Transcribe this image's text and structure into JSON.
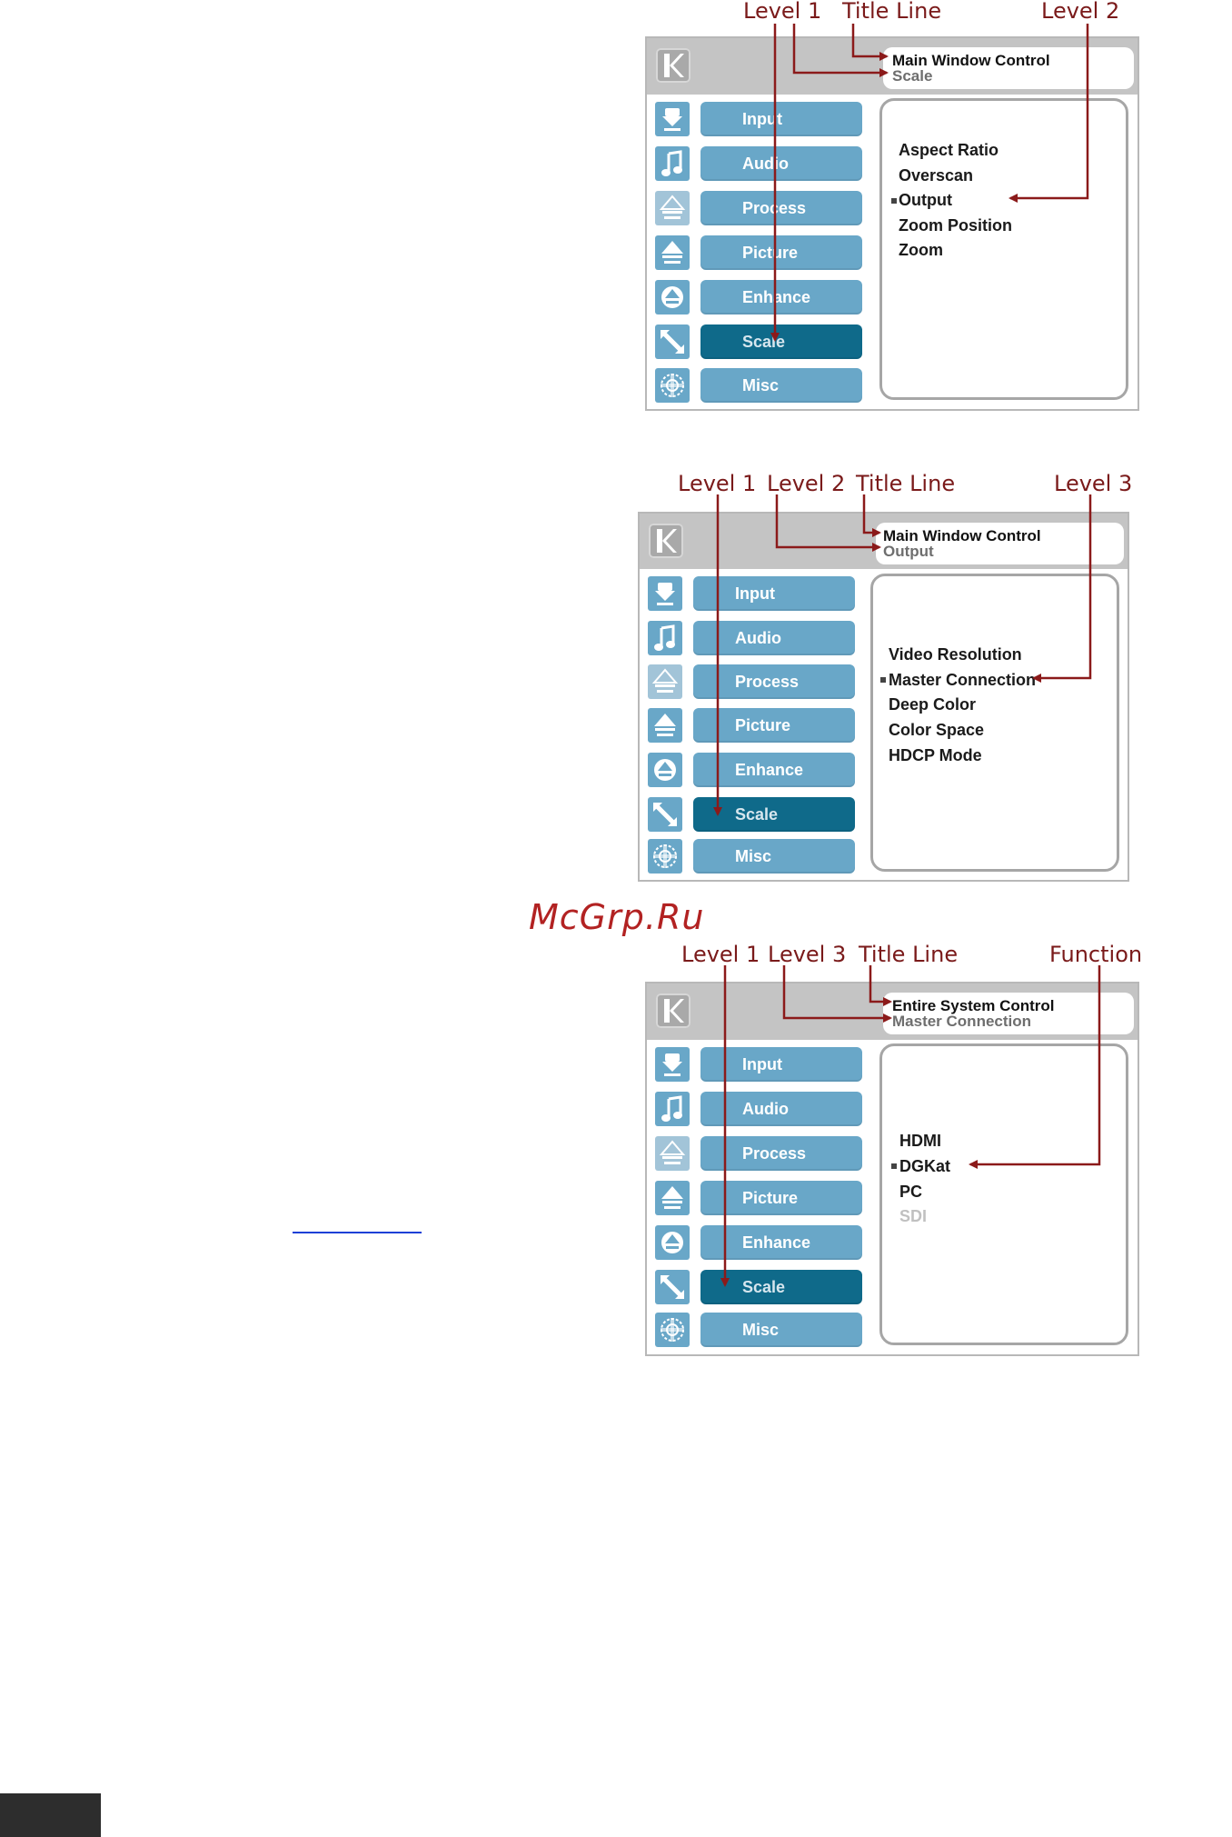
{
  "figures": [
    {
      "annotations": {
        "level1": "Level 1",
        "title_line": "Title Line",
        "level2": "Level 2"
      },
      "title_line_1": "Main Window Control",
      "title_line_2": "Scale",
      "nav": [
        "Input",
        "Audio",
        "Process",
        "Picture",
        "Enhance",
        "Scale",
        "Misc"
      ],
      "active_nav": "Scale",
      "menu_items": [
        "Aspect Ratio",
        "Overscan",
        "Output",
        "Zoom Position",
        "Zoom"
      ],
      "selected_item": "Output"
    },
    {
      "annotations": {
        "level1": "Level 1",
        "level2": "Level 2",
        "title_line": "Title Line",
        "level3": "Level 3"
      },
      "title_line_1": "Main Window Control",
      "title_line_2": "Output",
      "nav": [
        "Input",
        "Audio",
        "Process",
        "Picture",
        "Enhance",
        "Scale",
        "Misc"
      ],
      "active_nav": "Scale",
      "menu_items": [
        "Video Resolution",
        "Master Connection",
        "Deep Color",
        "Color Space",
        "HDCP Mode"
      ],
      "selected_item": "Master Connection"
    },
    {
      "annotations": {
        "level1": "Level 1",
        "level3": "Level 3",
        "title_line": "Title Line",
        "function": "Function"
      },
      "title_line_1": "Entire System Control",
      "title_line_2": "Master Connection",
      "nav": [
        "Input",
        "Audio",
        "Process",
        "Picture",
        "Enhance",
        "Scale",
        "Misc"
      ],
      "active_nav": "Scale",
      "menu_items": [
        "HDMI",
        "DGKat",
        "PC",
        "SDI"
      ],
      "selected_item": "DGKat",
      "disabled_item": "SDI"
    }
  ],
  "watermark": "McGrp.Ru",
  "colors": {
    "annotation": "#7a1a1a",
    "nav_button": "#69a7c8",
    "nav_active": "#0f6a8a",
    "watermark": "#b22222",
    "link": "#1a3fd6"
  },
  "icons": [
    "input-icon",
    "audio-note-icon",
    "process-icon",
    "picture-icon",
    "enhance-icon",
    "scale-icon",
    "misc-icon",
    "kramer-logo-icon"
  ]
}
